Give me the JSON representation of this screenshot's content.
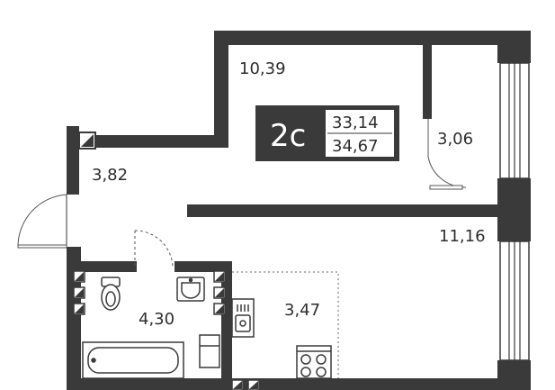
{
  "apartment": {
    "type_label": "2с",
    "living_area": "33,14",
    "total_area": "34,67"
  },
  "rooms": {
    "room_top": "10,39",
    "balcony": "3,06",
    "hall": "3,82",
    "room_main": "11,16",
    "bathroom": "4,30",
    "kitchen": "3,47"
  },
  "colors": {
    "wall": "#3a3a3a",
    "badge": "#3a3a3a",
    "background": "#ffffff"
  }
}
